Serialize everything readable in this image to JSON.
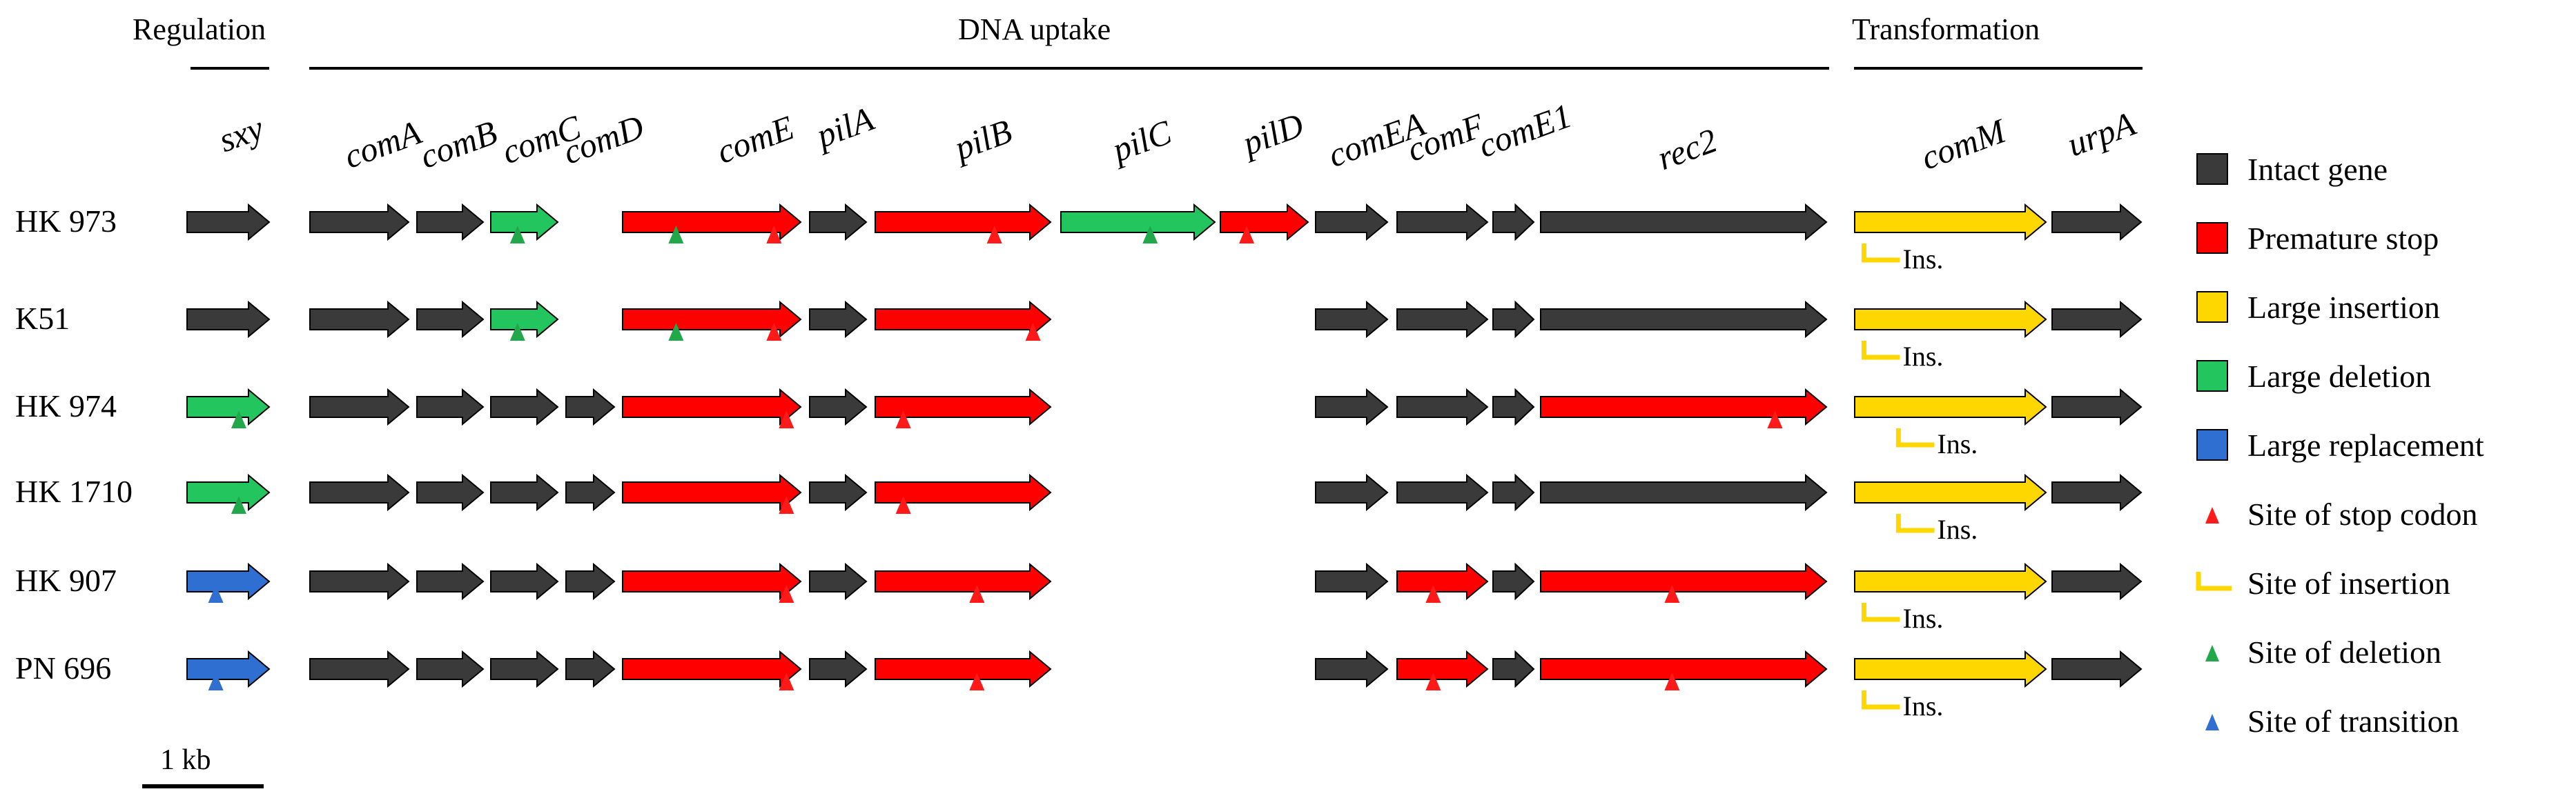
{
  "colors": {
    "intact": "#3a3a3a",
    "premature_stop": "#ff0000",
    "large_insertion": "#ffd700",
    "large_deletion": "#22c55e",
    "large_replacement": "#2e6fd1",
    "stop_site": "#ff1a1a",
    "insertion_site": "#ffd700",
    "deletion_site": "#22a84a",
    "transition_site": "#2e6fd1",
    "outline": "#000000"
  },
  "sections": {
    "regulation": "Regulation",
    "dna_uptake": "DNA uptake",
    "transformation": "Transformation"
  },
  "genes": [
    "sxy",
    "comA",
    "comB",
    "comC",
    "comD",
    "comE",
    "pilA",
    "pilB",
    "pilC",
    "pilD",
    "comEA",
    "comF",
    "comE1",
    "rec2",
    "comM",
    "urpA"
  ],
  "strains": [
    {
      "name": "HK 973",
      "genes": {
        "sxy": {
          "status": "intact"
        },
        "comA": {
          "status": "intact"
        },
        "comB": {
          "status": "intact"
        },
        "comC": {
          "status": "large_deletion",
          "marks": [
            {
              "type": "deletion",
              "pos": 0.4
            }
          ]
        },
        "comD": {
          "status": "absent"
        },
        "comE": {
          "status": "premature_stop",
          "marks": [
            {
              "type": "deletion",
              "pos": 0.3
            },
            {
              "type": "stop",
              "pos": 0.85
            }
          ]
        },
        "pilA": {
          "status": "intact"
        },
        "pilB": {
          "status": "premature_stop",
          "marks": [
            {
              "type": "stop",
              "pos": 0.68
            }
          ]
        },
        "pilC": {
          "status": "large_deletion",
          "marks": [
            {
              "type": "deletion",
              "pos": 0.58
            }
          ]
        },
        "pilD": {
          "status": "premature_stop",
          "marks": [
            {
              "type": "stop",
              "pos": 0.3
            }
          ]
        },
        "comEA": {
          "status": "intact"
        },
        "comF": {
          "status": "intact"
        },
        "comE1": {
          "status": "intact"
        },
        "rec2": {
          "status": "intact"
        },
        "comM": {
          "status": "large_insertion",
          "insertion_pos": 0.02,
          "ins_label": "Ins."
        },
        "urpA": {
          "status": "intact"
        }
      }
    },
    {
      "name": "K51",
      "genes": {
        "sxy": {
          "status": "intact"
        },
        "comA": {
          "status": "intact"
        },
        "comB": {
          "status": "intact"
        },
        "comC": {
          "status": "large_deletion",
          "marks": [
            {
              "type": "deletion",
              "pos": 0.4
            }
          ]
        },
        "comD": {
          "status": "absent"
        },
        "comE": {
          "status": "premature_stop",
          "marks": [
            {
              "type": "deletion",
              "pos": 0.3
            },
            {
              "type": "stop",
              "pos": 0.85
            }
          ]
        },
        "pilA": {
          "status": "intact"
        },
        "pilB": {
          "status": "premature_stop",
          "marks": [
            {
              "type": "stop",
              "pos": 0.9
            }
          ]
        },
        "pilC": {
          "status": "absent"
        },
        "pilD": {
          "status": "absent"
        },
        "comEA": {
          "status": "intact"
        },
        "comF": {
          "status": "intact"
        },
        "comE1": {
          "status": "intact"
        },
        "rec2": {
          "status": "intact"
        },
        "comM": {
          "status": "large_insertion",
          "insertion_pos": 0.02,
          "ins_label": "Ins."
        },
        "urpA": {
          "status": "intact"
        }
      }
    },
    {
      "name": "HK 974",
      "genes": {
        "sxy": {
          "status": "large_deletion",
          "marks": [
            {
              "type": "deletion",
              "pos": 0.63
            }
          ]
        },
        "comA": {
          "status": "intact"
        },
        "comB": {
          "status": "intact"
        },
        "comC": {
          "status": "intact"
        },
        "comD": {
          "status": "intact"
        },
        "comE": {
          "status": "premature_stop",
          "marks": [
            {
              "type": "stop",
              "pos": 0.92
            }
          ]
        },
        "pilA": {
          "status": "intact"
        },
        "pilB": {
          "status": "premature_stop",
          "marks": [
            {
              "type": "stop",
              "pos": 0.16
            }
          ]
        },
        "pilC": {
          "status": "absent"
        },
        "pilD": {
          "status": "absent"
        },
        "comEA": {
          "status": "intact"
        },
        "comF": {
          "status": "intact"
        },
        "comE1": {
          "status": "intact"
        },
        "rec2": {
          "status": "premature_stop",
          "marks": [
            {
              "type": "stop",
              "pos": 0.82
            }
          ]
        },
        "comM": {
          "status": "large_insertion",
          "insertion_pos": 0.2,
          "ins_label": "Ins."
        },
        "urpA": {
          "status": "intact"
        }
      }
    },
    {
      "name": "HK 1710",
      "genes": {
        "sxy": {
          "status": "large_deletion",
          "marks": [
            {
              "type": "deletion",
              "pos": 0.63
            }
          ]
        },
        "comA": {
          "status": "intact"
        },
        "comB": {
          "status": "intact"
        },
        "comC": {
          "status": "intact"
        },
        "comD": {
          "status": "intact"
        },
        "comE": {
          "status": "premature_stop",
          "marks": [
            {
              "type": "stop",
              "pos": 0.92
            }
          ]
        },
        "pilA": {
          "status": "intact"
        },
        "pilB": {
          "status": "premature_stop",
          "marks": [
            {
              "type": "stop",
              "pos": 0.16
            }
          ]
        },
        "pilC": {
          "status": "absent"
        },
        "pilD": {
          "status": "absent"
        },
        "comEA": {
          "status": "intact"
        },
        "comF": {
          "status": "intact"
        },
        "comE1": {
          "status": "intact"
        },
        "rec2": {
          "status": "intact"
        },
        "comM": {
          "status": "large_insertion",
          "insertion_pos": 0.2,
          "ins_label": "Ins."
        },
        "urpA": {
          "status": "intact"
        }
      }
    },
    {
      "name": "HK 907",
      "genes": {
        "sxy": {
          "status": "large_replacement",
          "marks": [
            {
              "type": "transition",
              "pos": 0.35
            }
          ]
        },
        "comA": {
          "status": "intact"
        },
        "comB": {
          "status": "intact"
        },
        "comC": {
          "status": "intact"
        },
        "comD": {
          "status": "intact"
        },
        "comE": {
          "status": "premature_stop",
          "marks": [
            {
              "type": "stop",
              "pos": 0.92
            }
          ]
        },
        "pilA": {
          "status": "intact"
        },
        "pilB": {
          "status": "premature_stop",
          "marks": [
            {
              "type": "stop",
              "pos": 0.58
            }
          ]
        },
        "pilC": {
          "status": "absent"
        },
        "pilD": {
          "status": "absent"
        },
        "comEA": {
          "status": "intact"
        },
        "comF": {
          "status": "premature_stop",
          "marks": [
            {
              "type": "stop",
              "pos": 0.4
            }
          ]
        },
        "comE1": {
          "status": "intact"
        },
        "rec2": {
          "status": "premature_stop",
          "marks": [
            {
              "type": "stop",
              "pos": 0.46
            }
          ]
        },
        "comM": {
          "status": "large_insertion",
          "insertion_pos": 0.02,
          "ins_label": "Ins."
        },
        "urpA": {
          "status": "intact"
        }
      }
    },
    {
      "name": "PN 696",
      "genes": {
        "sxy": {
          "status": "large_replacement",
          "marks": [
            {
              "type": "transition",
              "pos": 0.35
            }
          ]
        },
        "comA": {
          "status": "intact"
        },
        "comB": {
          "status": "intact"
        },
        "comC": {
          "status": "intact"
        },
        "comD": {
          "status": "intact"
        },
        "comE": {
          "status": "premature_stop",
          "marks": [
            {
              "type": "stop",
              "pos": 0.92
            }
          ]
        },
        "pilA": {
          "status": "intact"
        },
        "pilB": {
          "status": "premature_stop",
          "marks": [
            {
              "type": "stop",
              "pos": 0.58
            }
          ]
        },
        "pilC": {
          "status": "absent"
        },
        "pilD": {
          "status": "absent"
        },
        "comEA": {
          "status": "intact"
        },
        "comF": {
          "status": "premature_stop",
          "marks": [
            {
              "type": "stop",
              "pos": 0.4
            }
          ]
        },
        "comE1": {
          "status": "intact"
        },
        "rec2": {
          "status": "premature_stop",
          "marks": [
            {
              "type": "stop",
              "pos": 0.46
            }
          ]
        },
        "comM": {
          "status": "large_insertion",
          "insertion_pos": 0.02,
          "ins_label": "Ins."
        },
        "urpA": {
          "status": "intact"
        }
      }
    }
  ],
  "legend": [
    {
      "label": "Intact gene",
      "kind": "box",
      "color_key": "intact"
    },
    {
      "label": "Premature stop",
      "kind": "box",
      "color_key": "premature_stop"
    },
    {
      "label": "Large insertion",
      "kind": "box",
      "color_key": "large_insertion"
    },
    {
      "label": "Large deletion",
      "kind": "box",
      "color_key": "large_deletion"
    },
    {
      "label": "Large replacement",
      "kind": "box",
      "color_key": "large_replacement"
    },
    {
      "label": "Site of stop codon",
      "kind": "triangle",
      "color_key": "stop_site"
    },
    {
      "label": "Site of insertion",
      "kind": "bracket",
      "color_key": "insertion_site"
    },
    {
      "label": "Site of deletion",
      "kind": "triangle",
      "color_key": "deletion_site"
    },
    {
      "label": "Site of transition",
      "kind": "triangle",
      "color_key": "transition_site"
    }
  ],
  "scale_bar": {
    "label": "1 kb"
  }
}
